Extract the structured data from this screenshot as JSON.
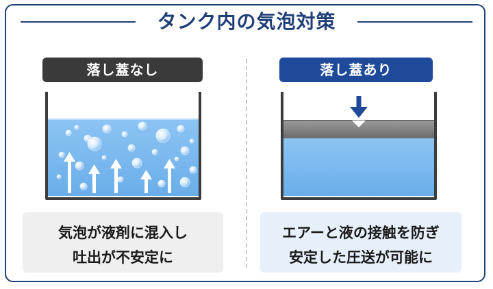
{
  "title": "タンク内の気泡対策",
  "left_panel": {
    "label": "落し蓋なし",
    "caption_line1": "気泡が液剤に混入し",
    "caption_line2": "吐出が不安定に"
  },
  "right_panel": {
    "label": "落し蓋あり",
    "caption_line1": "エアーと液の接触を防ぎ",
    "caption_line2": "安定した圧送が可能に"
  },
  "colors": {
    "navy": "#1f3f78",
    "pill_dark": "#3a3a3a",
    "pill_blue": "#1f4a9a",
    "liquid": "#7db8ef",
    "lid": "#7d7d7d"
  },
  "icons": [
    "bubble-icon",
    "upward-arrow-icon",
    "down-arrow-icon"
  ]
}
